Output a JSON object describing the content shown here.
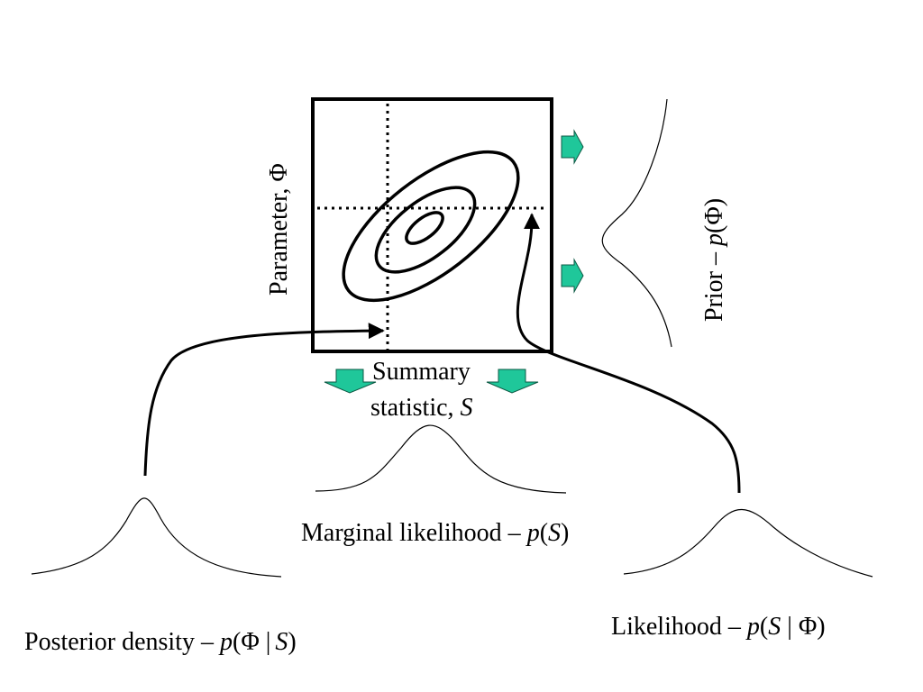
{
  "labels": {
    "parameter": "Parameter, Φ",
    "summary_line1": "Summary",
    "summary_line2_text": "statistic, ",
    "summary_line2_var": "S",
    "prior_text": "Prior – ",
    "prior_p": "p",
    "prior_paren": "(Φ)",
    "marginal_text": "Marginal likelihood – ",
    "marginal_p": "p",
    "marginal_open": "(",
    "marginal_S": "S",
    "marginal_close": ")",
    "posterior_text": "Posterior density – ",
    "posterior_p": "p",
    "posterior_mid": "(Φ ",
    "posterior_bar": "|",
    "posterior_S": "S",
    "posterior_close": ")",
    "likelihood_text": "Likelihood – ",
    "likelihood_p": "p",
    "likelihood_open": "(",
    "likelihood_S": "S",
    "likelihood_bar": " | ",
    "likelihood_close": "Φ)"
  },
  "colors": {
    "arrow_fill": "#1fc79a",
    "line": "#000000"
  },
  "icons": [
    "right-arrow-icon",
    "down-arrow-icon"
  ]
}
